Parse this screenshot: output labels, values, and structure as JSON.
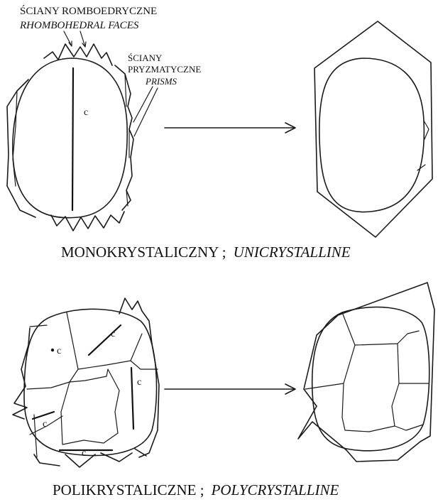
{
  "labels": {
    "rhombohedral_pl": "ŚCIANY ROMBOEDRYCZNE",
    "rhombohedral_en": "RHOMBOHEDRAL FACES",
    "prism_pl_1": "ŚCIANY",
    "prism_pl_2": "PRYZMATYCZNE",
    "prism_en": "PRISMS",
    "c_axis": "c"
  },
  "captions": {
    "mono_pl": "MONOKRYSTALICZNY ;",
    "mono_en": "UNICRYSTALLINE",
    "poly_pl": "POLIKRYSTALICZNE ;",
    "poly_en": "POLYCRYSTALLINE"
  },
  "colors": {
    "line": "#1a1a1a",
    "background": "#ffffff"
  }
}
